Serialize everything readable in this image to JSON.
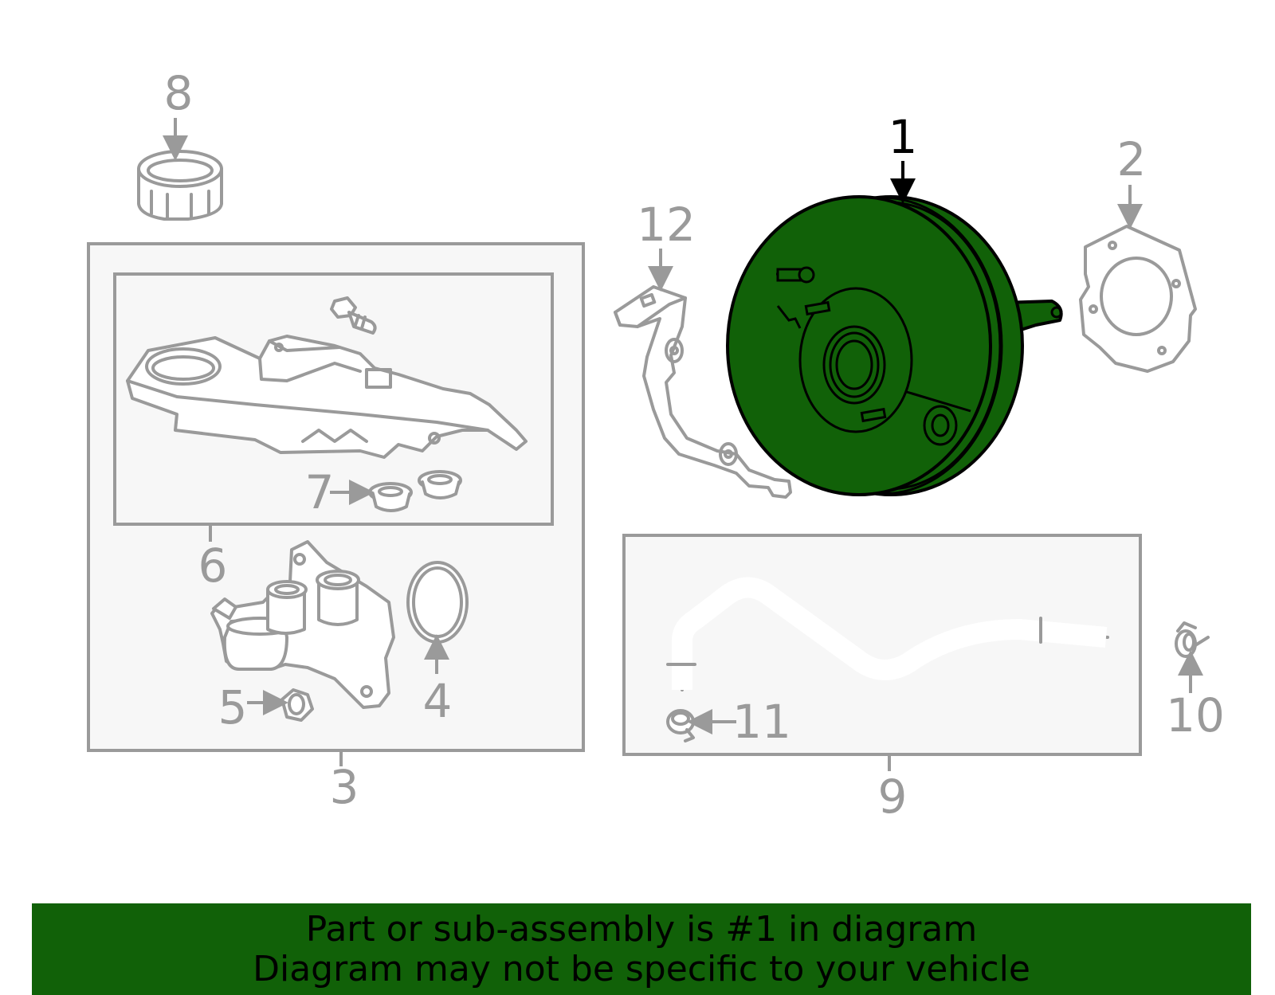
{
  "callouts": {
    "c1": "1",
    "c2": "2",
    "c3": "3",
    "c4": "4",
    "c5": "5",
    "c6": "6",
    "c7": "7",
    "c8": "8",
    "c9": "9",
    "c10": "10",
    "c11": "11",
    "c12": "12"
  },
  "highlight": {
    "part_number": "1",
    "color": "#116108"
  },
  "banner": {
    "line1": "Part or sub-assembly is #1 in diagram",
    "line2": "Diagram may not be specific to your vehicle",
    "background": "#116108"
  }
}
